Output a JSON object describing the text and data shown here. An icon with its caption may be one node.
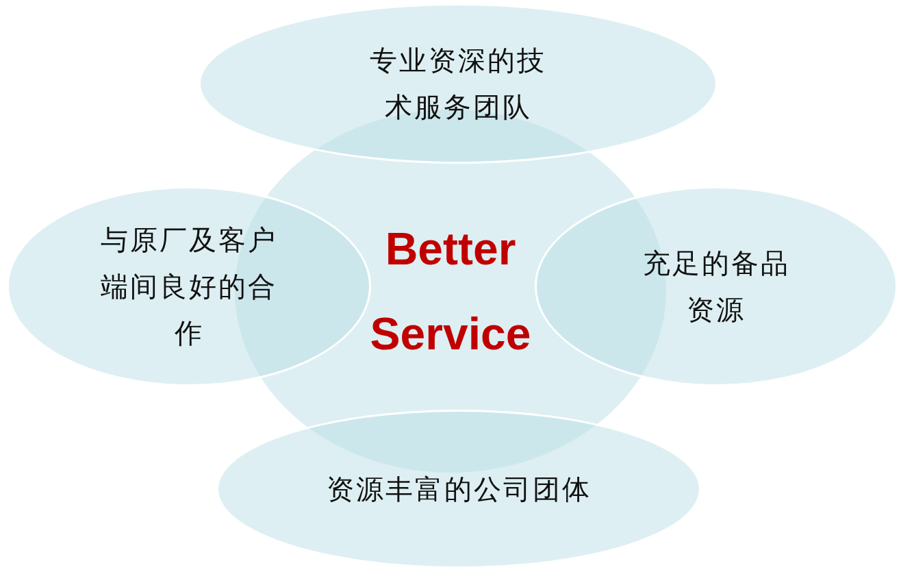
{
  "diagram": {
    "nodes": [
      {
        "text": [
          "Better Service"
        ]
      },
      {
        "text": [
          "专业资深的技术服务团队"
        ]
      },
      {
        "text": [
          "与原厂及客户端间良好的合作"
        ]
      },
      {
        "text": [
          "充足的备品资源"
        ]
      },
      {
        "text": [
          "资源丰富的公司团体"
        ]
      }
    ]
  }
}
